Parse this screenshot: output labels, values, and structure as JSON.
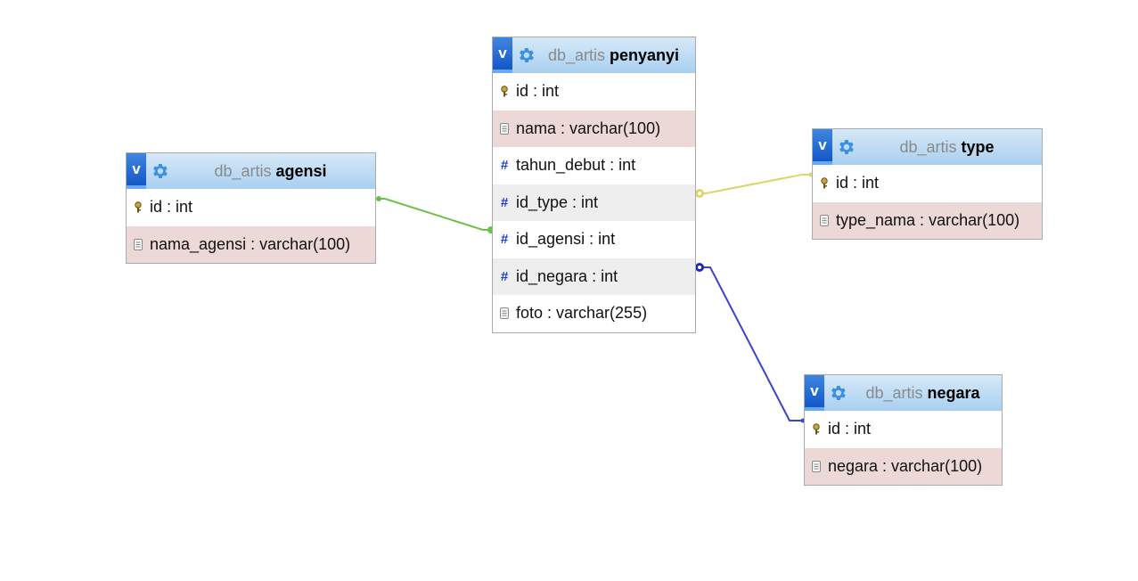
{
  "tables": {
    "agensi": {
      "db": "db_artis",
      "name": "agensi",
      "toggle": "v",
      "columns": [
        {
          "text": "id : int",
          "icon": "key-icon"
        },
        {
          "text": "nama_agensi : varchar(100)",
          "icon": "text-field-icon"
        }
      ]
    },
    "penyanyi": {
      "db": "db_artis",
      "name": "penyanyi",
      "toggle": "v",
      "columns": [
        {
          "text": "id : int",
          "icon": "key-icon"
        },
        {
          "text": "nama : varchar(100)",
          "icon": "text-field-icon"
        },
        {
          "text": "tahun_debut : int",
          "icon": "number-field-icon"
        },
        {
          "text": "id_type : int",
          "icon": "number-field-icon"
        },
        {
          "text": "id_agensi : int",
          "icon": "number-field-icon"
        },
        {
          "text": "id_negara : int",
          "icon": "number-field-icon"
        },
        {
          "text": "foto : varchar(255)",
          "icon": "text-field-icon"
        }
      ]
    },
    "type": {
      "db": "db_artis",
      "name": "type",
      "toggle": "v",
      "columns": [
        {
          "text": "id : int",
          "icon": "key-icon"
        },
        {
          "text": "type_nama : varchar(100)",
          "icon": "text-field-icon"
        }
      ]
    },
    "negara": {
      "db": "db_artis",
      "name": "negara",
      "toggle": "v",
      "columns": [
        {
          "text": "id : int",
          "icon": "key-icon"
        },
        {
          "text": "negara : varchar(100)",
          "icon": "text-field-icon"
        }
      ]
    }
  },
  "relations": [
    {
      "from": "penyanyi.id_agensi",
      "to": "agensi.id",
      "color": "#6cc04a"
    },
    {
      "from": "penyanyi.id_type",
      "to": "type.id",
      "color": "#d9d66a"
    },
    {
      "from": "penyanyi.id_negara",
      "to": "negara.id",
      "color": "#3a44cc"
    }
  ],
  "colors": {
    "header_gradient_top": "#d6e9f8",
    "header_gradient_bottom": "#a9cff0",
    "toggle_button": "#1357c9",
    "gear": "#3d8fe0",
    "pink_row": "#ecd9d7",
    "gray_row": "#eeeeee"
  }
}
